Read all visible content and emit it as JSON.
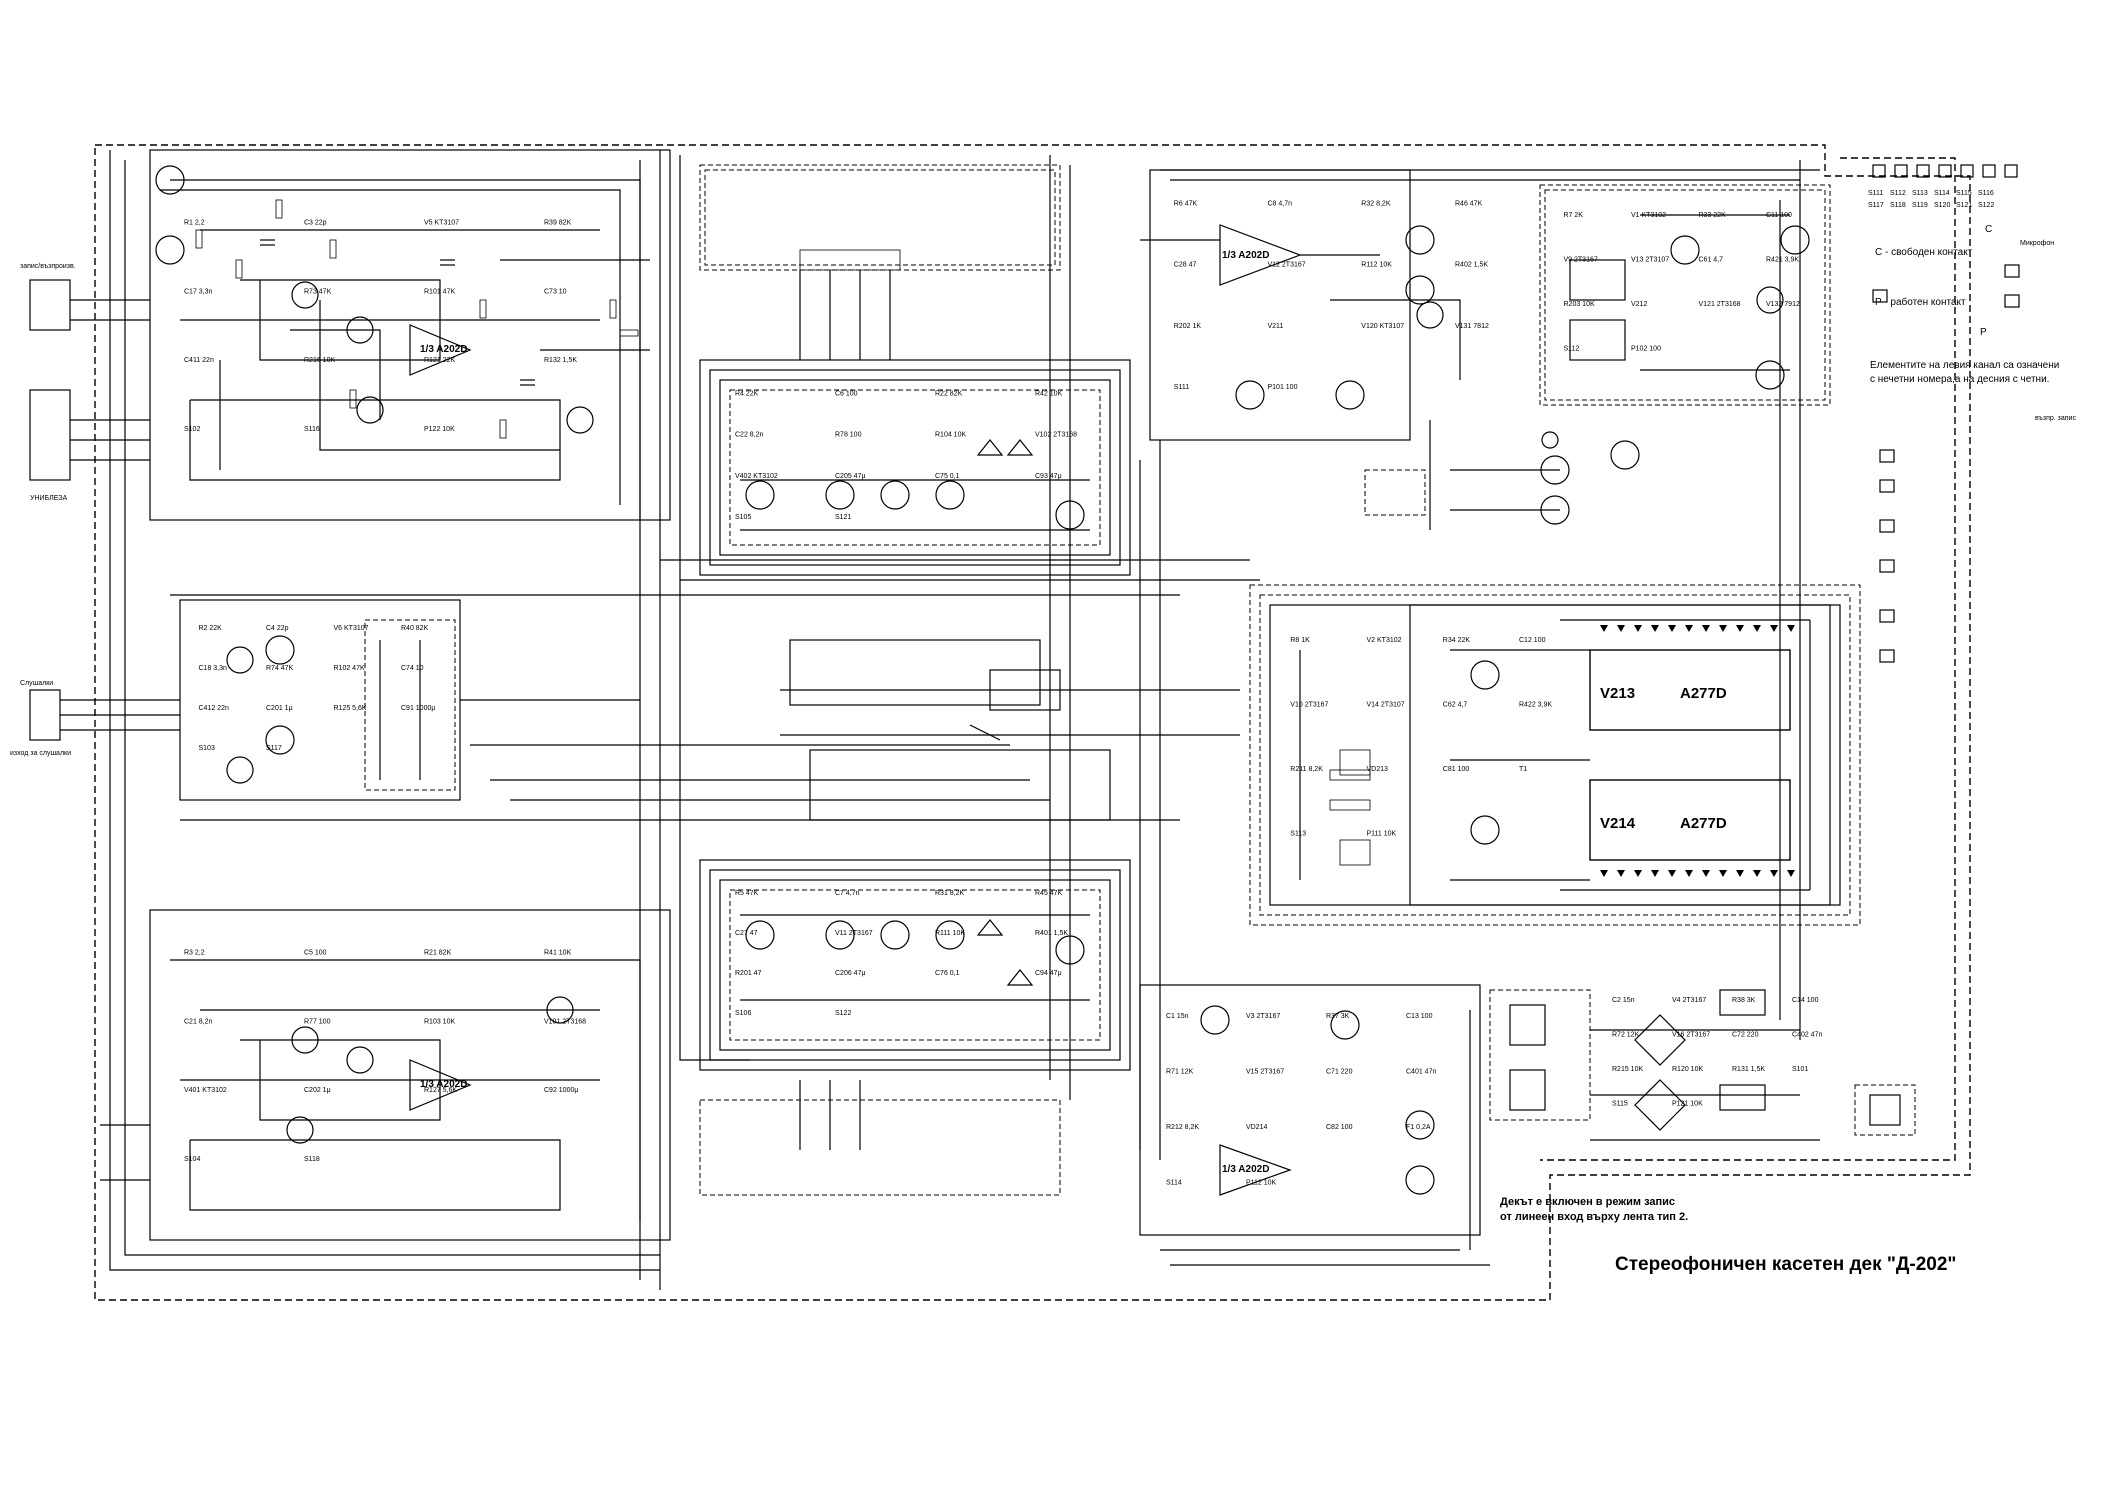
{
  "title": "Стереофоничен касетен дек \"Д-202\"",
  "note_lines": [
    "Декът е включен в режим запис",
    "от линеен вход върху лента тип 2."
  ],
  "legend": {
    "c_symbol": "C",
    "c_text": "C - свободен контакт",
    "p_symbol": "P",
    "p_text": "P - работен контакт",
    "channels_line1": "Елементите на левия канал са означени",
    "channels_line2": "с нечетни номера,а на десния с четни.",
    "microphone": "Микрофон",
    "playback_record": "възпр. запис"
  },
  "ics": [
    {
      "id": "v213",
      "ref": "V213",
      "part": "A277D"
    },
    {
      "id": "v214",
      "ref": "V214",
      "part": "A277D"
    }
  ],
  "opamps": [
    "1/3 A202D",
    "1/3 A202D",
    "1/3 A202D",
    "1/3 A202D"
  ],
  "connectors": {
    "tape_recorder_label": "запис/възпроизв.",
    "magic_eye": "УНИБЛЕЗА",
    "headphones": "Слушалки",
    "out_label": "изход за слушалки"
  },
  "component_labels": [
    "R1 2,2",
    "R2 22K",
    "R3 2,2",
    "R4 22K",
    "R5 47K",
    "R6 47K",
    "R7 2K",
    "R8 1K",
    "C1 15n",
    "C2 15n",
    "C3 22p",
    "C4 22p",
    "C5 100",
    "C6 100",
    "C7 4,7n",
    "C8 4,7n",
    "V1 KT3102",
    "V2 KT3102",
    "V3 2T3167",
    "V4 2T3167",
    "V5 KT3107",
    "V6 KT3107",
    "R21 82K",
    "R22 82K",
    "R31 8,2K",
    "R32 8,2K",
    "R33 22K",
    "R34 22K",
    "R37 3K",
    "R38 3K",
    "R39 82K",
    "R40 82K",
    "R41 10K",
    "R42 10K",
    "R45 47K",
    "R46 47K",
    "C11 100",
    "C12 100",
    "C13 100",
    "C14 100",
    "C17 3,3n",
    "C18 3,3n",
    "C21 8,2n",
    "C22 8,2n",
    "C27 47",
    "C28 47",
    "V9 2T3167",
    "V10 2T3167",
    "R71 12K",
    "R72 12K",
    "R73 47K",
    "R74 47K",
    "R77 100",
    "R78 100",
    "V11 2T3167",
    "V12 2T3167",
    "V13 2T3107",
    "V14 2T3107",
    "V15 2T3167",
    "V16 2T3167",
    "R101 47K",
    "R102 47K",
    "R103 10K",
    "R104 10K",
    "R111 10K",
    "R112 10K",
    "C61 4,7",
    "C62 4,7",
    "C71 220",
    "C72 220",
    "C73 10",
    "C74 10",
    "V101 2T3168",
    "V102 2T3168",
    "R401 1,5K",
    "R402 1,5K",
    "R421 3,9K",
    "R422 3,9K",
    "C401 47n",
    "C402 47n",
    "C411 22n",
    "C412 22n",
    "V401 KT3102",
    "V402 KT3102",
    "R201 47",
    "R202 1K",
    "R203 10K",
    "R211 8,2K",
    "R212 8,2K",
    "R215 10K",
    "R216 10K",
    "C201 1μ",
    "C202 1μ",
    "C205 47μ",
    "C206 47μ",
    "V211",
    "V212",
    "VD213",
    "VD214",
    "R120 10K",
    "R121 22K",
    "R125 5,6K",
    "R127 5,6K",
    "C75 0,1",
    "C76 0,1",
    "V120 KT3107",
    "V121 2T3168",
    "C81 100",
    "C82 100",
    "R131 1,5K",
    "R132 1,5K",
    "C91 1000μ",
    "C92 1000μ",
    "C93 47μ",
    "C94 47μ",
    "V131 7812",
    "V132 7912",
    "T1",
    "F1 0,2A",
    "S101",
    "S102",
    "S103",
    "S104",
    "S105",
    "S106",
    "S111",
    "S112",
    "S113",
    "S114",
    "S115",
    "S116",
    "S117",
    "S118",
    "S121",
    "S122",
    "P101 100",
    "P102 100",
    "P111 10K",
    "P112 10K",
    "P121 10K",
    "P122 10K"
  ],
  "switch_labels": [
    "S111",
    "S112",
    "S113",
    "S114",
    "S115",
    "S116",
    "S117",
    "S118",
    "S119",
    "S120",
    "S121",
    "S122"
  ]
}
